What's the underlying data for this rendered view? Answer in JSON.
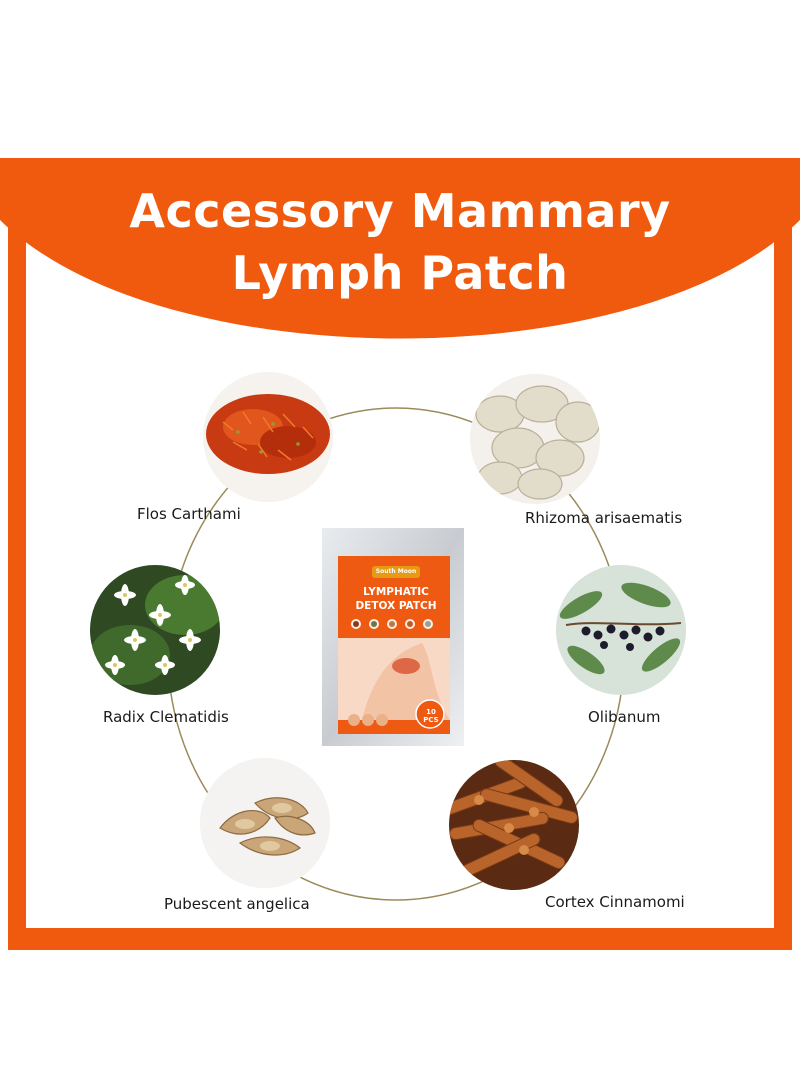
{
  "header": {
    "title_line1": "Accessory Mammary",
    "title_line2": "Lymph Patch"
  },
  "colors": {
    "brand_orange": "#f05a0e",
    "ring_line": "#9b8a5a"
  },
  "product": {
    "brand": "South Moon",
    "title_line1": "LYMPHATIC",
    "title_line2": "DETOX PATCH",
    "count_line1": "10",
    "count_line2": "PCS"
  },
  "ingredients": [
    {
      "name": "Flos Carthami",
      "image": "safflower-image"
    },
    {
      "name": "Rhizoma arisaematis",
      "image": "rhizome-slices-image"
    },
    {
      "name": "Radix Clematidis",
      "image": "clematis-flowers-image"
    },
    {
      "name": "Olibanum",
      "image": "berries-branch-image"
    },
    {
      "name": "Pubescent angelica",
      "image": "angelica-root-image"
    },
    {
      "name": "Cortex Cinnamomi",
      "image": "cinnamon-sticks-image"
    }
  ]
}
